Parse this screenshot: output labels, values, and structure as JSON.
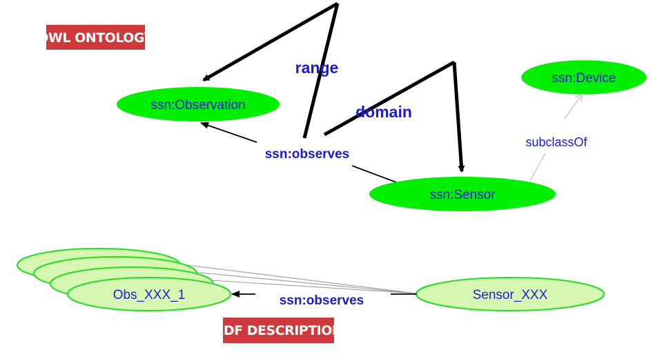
{
  "tags": {
    "owl": "OWL ONTOLOGY",
    "rdf": "RDF DESCRIPTION"
  },
  "nodes": {
    "observation": "ssn:Observation",
    "sensor": "ssn:Sensor",
    "device": "ssn:Device",
    "obs_instance": "Obs_XXX_1",
    "sensor_instance": "Sensor_XXX"
  },
  "relations": {
    "range": "range",
    "domain": "domain",
    "observes_owl": "ssn:observes",
    "subclass": "subclassOf",
    "observes_rdf": "ssn:observes"
  },
  "colors": {
    "owl_node_fill": "#00ee00",
    "rdf_node_fill": "#d6f7b2",
    "rdf_node_stroke": "#22dd22",
    "tag_bg": "#d0393b",
    "label_blue": "#1a1ad6"
  }
}
